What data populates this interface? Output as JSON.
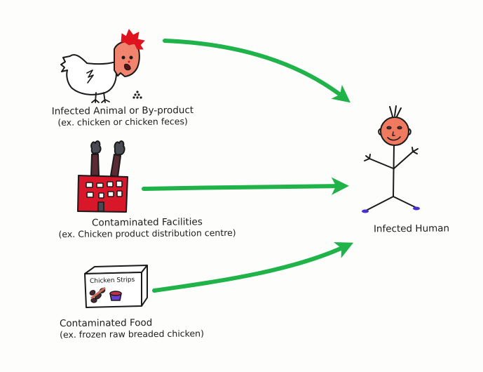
{
  "diagram": {
    "type": "hand-drawn transmission diagram",
    "sources": [
      {
        "id": "chicken",
        "icon": "chicken-icon",
        "title": "Infected Animal or By-product",
        "subtitle": "(ex. chicken or chicken feces)"
      },
      {
        "id": "factory",
        "icon": "factory-icon",
        "title": "Contaminated Facilities",
        "subtitle": "(ex. Chicken product distribution centre)"
      },
      {
        "id": "food",
        "icon": "food-box-icon",
        "title": "Contaminated Food",
        "subtitle": "(ex. frozen raw breaded chicken)",
        "box_label": "Chicken Strips"
      }
    ],
    "target": {
      "id": "human",
      "icon": "stick-figure-human-icon",
      "title": "Infected Human"
    },
    "edges": [
      {
        "from": "chicken",
        "to": "human"
      },
      {
        "from": "factory",
        "to": "human"
      },
      {
        "from": "food",
        "to": "human"
      }
    ],
    "colors": {
      "arrow": "#1fb34a",
      "chicken_comb": "#e0141e",
      "chicken_face": "#f0846e",
      "factory_body": "#d9172b",
      "chimney": "#5a2a35",
      "smoke": "#4a4a52",
      "human_face": "#f07a60",
      "shoes": "#4a2fd0",
      "ink": "#1a1a1a"
    }
  }
}
